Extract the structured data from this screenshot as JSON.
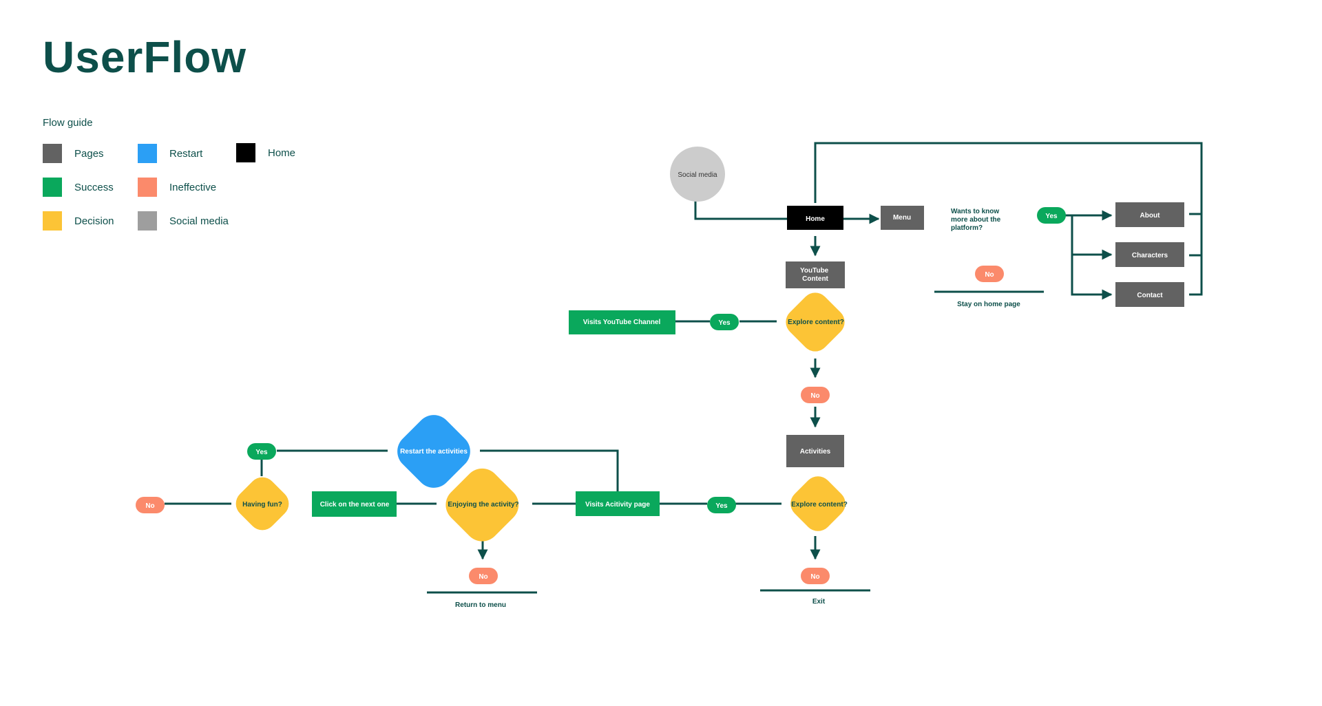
{
  "header": {
    "title": "UserFlow"
  },
  "legend": {
    "title": "Flow guide",
    "items": [
      {
        "label": "Pages",
        "color": "#626262"
      },
      {
        "label": "Restart",
        "color": "#2b9ff5"
      },
      {
        "label": "Home",
        "color": "#000000"
      },
      {
        "label": "Success",
        "color": "#0aa85c"
      },
      {
        "label": "Ineffective",
        "color": "#fb8a6b"
      },
      {
        "label": "Decision",
        "color": "#fcc436"
      },
      {
        "label": "Social media",
        "color": "#9e9e9e"
      }
    ]
  },
  "colors": {
    "line": "#0d4f4a",
    "page": "#626262",
    "home": "#000000",
    "success": "#0aa85c",
    "decision": "#fcc436",
    "restart": "#2b9ff5",
    "ineffective": "#fb8a6b",
    "social": "#cccccc"
  },
  "flow": {
    "social_media": "Social media",
    "home": "Home",
    "menu": "Menu",
    "know_more": [
      "Wants to know",
      "more about the",
      "platform?"
    ],
    "yes_menu": "Yes",
    "no_menu": "No",
    "stay_home": "Stay on home page",
    "about": "About",
    "characters": "Characters",
    "contact": "Contact",
    "youtube_content": [
      "YouTube",
      "Content"
    ],
    "explore_1": "Explore content?",
    "yes_youtube": "Yes",
    "visits_youtube": "Visits YouTube Channel",
    "no_explore_1": "No",
    "activities": "Activities",
    "explore_2": "Explore content?",
    "yes_activity": "Yes",
    "no_explore_2": "No",
    "exit": "Exit",
    "visits_activity": "Visits Acitivity page",
    "enjoying": "Enjoying the activity?",
    "no_enjoying": "No",
    "return_menu": "Return to menu",
    "click_next": "Click on the next one",
    "restart": "Restart the activities",
    "yes_fun": "Yes",
    "having_fun": "Having fun?",
    "no_fun": "No"
  }
}
